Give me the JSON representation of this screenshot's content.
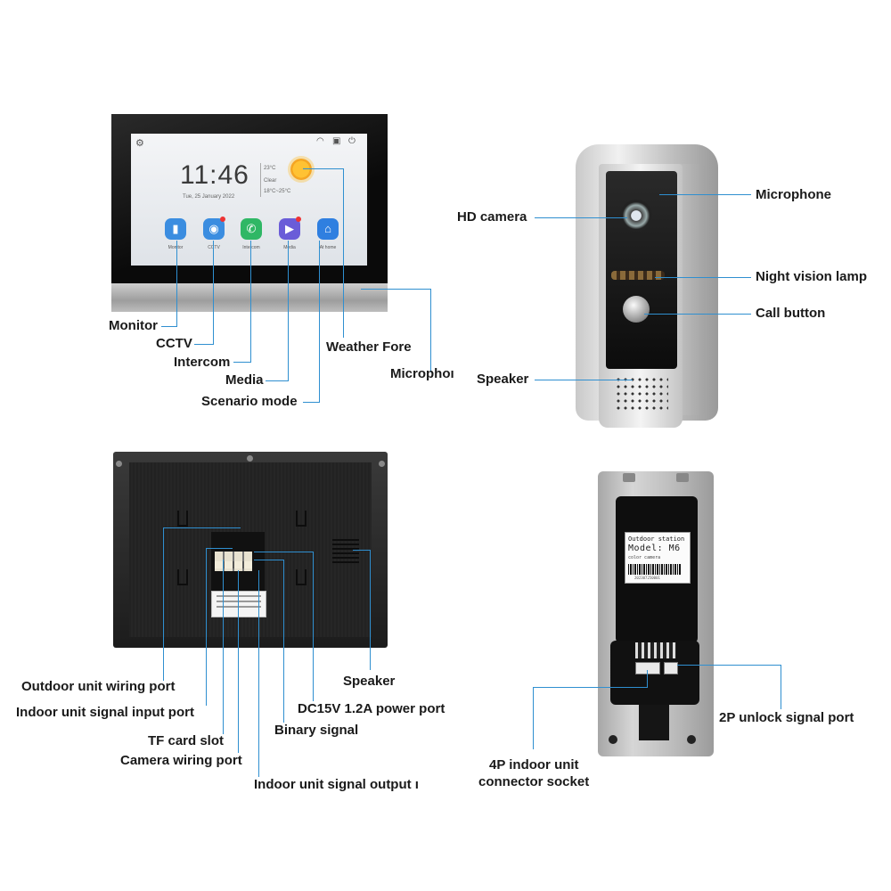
{
  "monitor_screen": {
    "time": "11:46",
    "date": "Tue, 25 January 2022",
    "weather_temp": "23°C",
    "weather_desc": "Clear",
    "weather_range": "18°C~25°C",
    "apps": [
      "Monitor",
      "CCTV",
      "Intercom",
      "Media",
      "At home"
    ]
  },
  "outdoor_back_label": {
    "line1": "Outdoor station",
    "line2": "Model: M6",
    "line3": "color camera",
    "serial": "202307250001"
  },
  "callouts": {
    "monitor_front": {
      "monitor": "Monitor",
      "cctv": "CCTV",
      "intercom": "Intercom",
      "media": "Media",
      "scenario_mode": "Scenario mode",
      "weather_forecast": "Weather Fore",
      "microphone": "Microphoı"
    },
    "outdoor_front": {
      "hd_camera": "HD camera",
      "microphone": "Microphone",
      "night_vision_lamp": "Night vision lamp",
      "call_button": "Call button",
      "speaker": "Speaker"
    },
    "monitor_back": {
      "outdoor_unit_wiring_port": "Outdoor unit wiring port",
      "indoor_unit_signal_input_port": "Indoor unit signal input port",
      "tf_card_slot": "TF card slot",
      "camera_wiring_port": "Camera wiring port",
      "indoor_unit_signal_output_port": "Indoor unit signal output ı",
      "binary_signal": "Binary signal",
      "dc_power_port": "DC15V 1.2A power port",
      "speaker": "Speaker"
    },
    "outdoor_back": {
      "indoor_unit_connector_socket_line1": "4P indoor unit",
      "indoor_unit_connector_socket_line2": "connector socket",
      "unlock_signal_port": "2P unlock signal port"
    }
  },
  "colors": {
    "leader_line": "#2f8fd0",
    "app_monitor": "#3b8de0",
    "app_cctv": "#3b8de0",
    "app_intercom": "#2fb765",
    "app_media": "#6a5cd8",
    "app_home": "#2f7fe0"
  }
}
